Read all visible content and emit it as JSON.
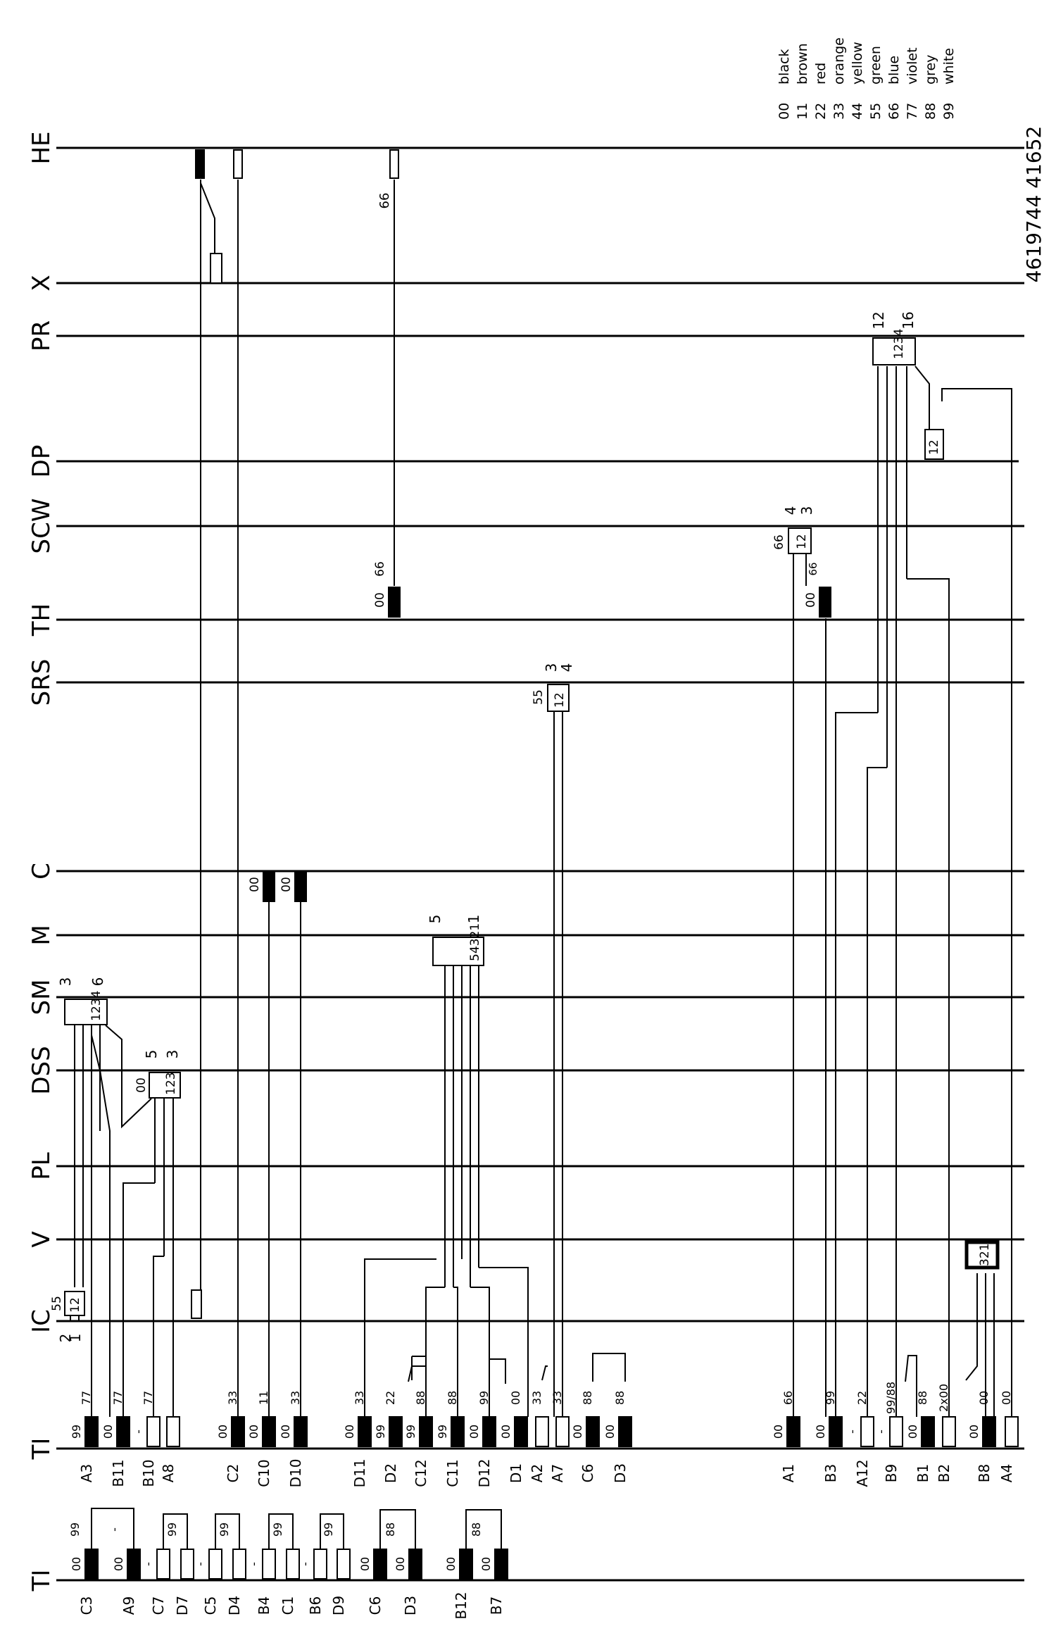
{
  "drawing_number": "4619744 41652",
  "rail_labels": [
    "HE",
    "X",
    "PR",
    "DP",
    "SCW",
    "TH",
    "SRS",
    "C",
    "M",
    "SM",
    "DSS",
    "PL",
    "V",
    "IC",
    "TI"
  ],
  "bottom_rail_label": "TI",
  "colour_legend": [
    {
      "code": "00",
      "name": "black"
    },
    {
      "code": "11",
      "name": "brown"
    },
    {
      "code": "22",
      "name": "red"
    },
    {
      "code": "33",
      "name": "orange"
    },
    {
      "code": "44",
      "name": "yellow"
    },
    {
      "code": "55",
      "name": "green"
    },
    {
      "code": "66",
      "name": "blue"
    },
    {
      "code": "77",
      "name": "violet"
    },
    {
      "code": "88",
      "name": "grey"
    },
    {
      "code": "99",
      "name": "white"
    }
  ],
  "terminals_main": [
    {
      "pin": "A3",
      "colour": "99",
      "filled": true
    },
    {
      "pin": "B11",
      "colour": "00",
      "filled": true
    },
    {
      "pin": "B10",
      "colour": "-",
      "filled": false
    },
    {
      "pin": "A8",
      "colour": "",
      "filled": false
    },
    {
      "pin": "C2",
      "colour": "00",
      "filled": true
    },
    {
      "pin": "C10",
      "colour": "00",
      "filled": true
    },
    {
      "pin": "D10",
      "colour": "00",
      "filled": true
    },
    {
      "pin": "D11",
      "colour": "00",
      "filled": true
    },
    {
      "pin": "D2",
      "colour": "99",
      "filled": true
    },
    {
      "pin": "C12",
      "colour": "99",
      "filled": true
    },
    {
      "pin": "C11",
      "colour": "99",
      "filled": true
    },
    {
      "pin": "D12",
      "colour": "00",
      "filled": true
    },
    {
      "pin": "D1",
      "colour": "00",
      "filled": true
    },
    {
      "pin": "A2",
      "colour": "",
      "filled": false
    },
    {
      "pin": "A7",
      "colour": "",
      "filled": false
    },
    {
      "pin": "C6",
      "colour": "00",
      "filled": true
    },
    {
      "pin": "D3",
      "colour": "00",
      "filled": true
    },
    {
      "pin": "A1",
      "colour": "00",
      "filled": true
    },
    {
      "pin": "B3",
      "colour": "00",
      "filled": true
    },
    {
      "pin": "A12",
      "colour": "-",
      "filled": false
    },
    {
      "pin": "B9",
      "colour": "-",
      "filled": false
    },
    {
      "pin": "B1",
      "colour": "00",
      "filled": true
    },
    {
      "pin": "B2",
      "colour": "",
      "filled": false
    },
    {
      "pin": "B8",
      "colour": "00",
      "filled": true
    },
    {
      "pin": "A4",
      "colour": "",
      "filled": false
    }
  ],
  "wire_colours_main": [
    "77",
    "77",
    "77",
    "33",
    "11",
    "33",
    "33",
    "22",
    "88",
    "88",
    "99",
    "00",
    "33",
    "33",
    "88",
    "88",
    "66",
    "99",
    "22",
    "99/88",
    "88",
    "2x00",
    "00",
    "00"
  ],
  "terminals_bottom": [
    {
      "pin": "C3",
      "colour": "00",
      "filled": true
    },
    {
      "pin": "A9",
      "colour": "00",
      "filled": true
    },
    {
      "pin": "C7",
      "colour": "-",
      "filled": false
    },
    {
      "pin": "D7",
      "colour": "",
      "filled": false
    },
    {
      "pin": "C5",
      "colour": "-",
      "filled": false
    },
    {
      "pin": "D4",
      "colour": "",
      "filled": false
    },
    {
      "pin": "B4",
      "colour": "-",
      "filled": false
    },
    {
      "pin": "C1",
      "colour": "",
      "filled": false
    },
    {
      "pin": "B6",
      "colour": "-",
      "filled": false
    },
    {
      "pin": "D9",
      "colour": "",
      "filled": false
    },
    {
      "pin": "C6",
      "colour": "00",
      "filled": true
    },
    {
      "pin": "D3",
      "colour": "00",
      "filled": true
    },
    {
      "pin": "B12",
      "colour": "00",
      "filled": true
    },
    {
      "pin": "B7",
      "colour": "00",
      "filled": true
    }
  ],
  "wire_colours_bottom": [
    "99",
    "-",
    "99",
    "99",
    "99",
    "99",
    "88",
    "88"
  ],
  "component_labels": {
    "he_wire": "66",
    "th_left": [
      "00",
      "66"
    ],
    "scw_pins": [
      "4",
      "3"
    ],
    "scw_connector": [
      "1",
      "2"
    ],
    "scw_colour": "66",
    "th_right": [
      "00",
      "66"
    ],
    "srs_pins": [
      "3",
      "4"
    ],
    "srs_connector": [
      "1",
      "2"
    ],
    "srs_colour": "55",
    "pr_pins": [
      "12",
      "16"
    ],
    "pr_connector": [
      "1",
      "2",
      "3",
      "4"
    ],
    "dp_connector": [
      "1",
      "2"
    ],
    "c_wires": [
      "00",
      "00"
    ],
    "m_pins": [
      "5",
      "1"
    ],
    "m_connector": [
      "5",
      "4",
      "3",
      "2",
      "1"
    ],
    "sm_pins": [
      "3",
      "6"
    ],
    "sm_connector": [
      "1",
      "2",
      "3",
      "4"
    ],
    "dss_pins": [
      "5",
      "3"
    ],
    "dss_connector": [
      "1",
      "2",
      "3"
    ],
    "dss_colour": "00",
    "v_connector": [
      "3",
      "2",
      "1"
    ],
    "ic_pins": [
      "2",
      "1"
    ],
    "ic_connector": [
      "1",
      "2"
    ],
    "ic_colour": "55"
  }
}
